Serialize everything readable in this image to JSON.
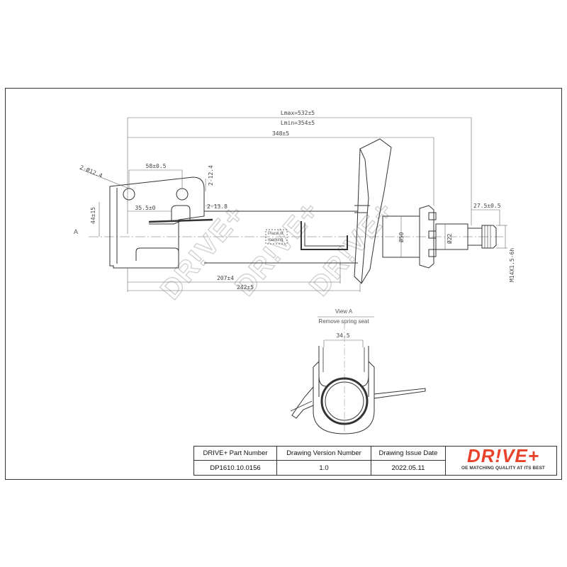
{
  "drawing": {
    "view_marker": "A",
    "dims": {
      "lmax": "Lmax=532±5",
      "lmin": "Lmin=354±5",
      "d348": "348±5",
      "d58": "58±0.5",
      "d35": "35.5±0",
      "d207": "207±4",
      "d242": "242±5",
      "d44": "44±15",
      "hole_pair": "2-Ø12.4",
      "slot_a": "2-12.4",
      "slot_b": "2-13.8",
      "d27": "27.5±0.5",
      "d50": "Ø50",
      "d22": "Ø22",
      "thread": "M14X1.5-6h",
      "d34": "34.5"
    },
    "marking_label_1": "Place of",
    "marking_label_2": "marking",
    "view_title": "View A",
    "view_subtitle": "Remove spring seat",
    "watermark": "DR!VE+"
  },
  "title_block": {
    "headers": [
      "DRIVE+ Part Number",
      "Drawing Version  Number",
      "Drawing Issue Date"
    ],
    "values": [
      "DP1610.10.0156",
      "1.0",
      "2022.05.11"
    ]
  },
  "logo": {
    "text": "DR!VE+",
    "tagline": "OE MATCHING QUALITY AT ITS BEST",
    "brand_color": "#e8422a"
  }
}
